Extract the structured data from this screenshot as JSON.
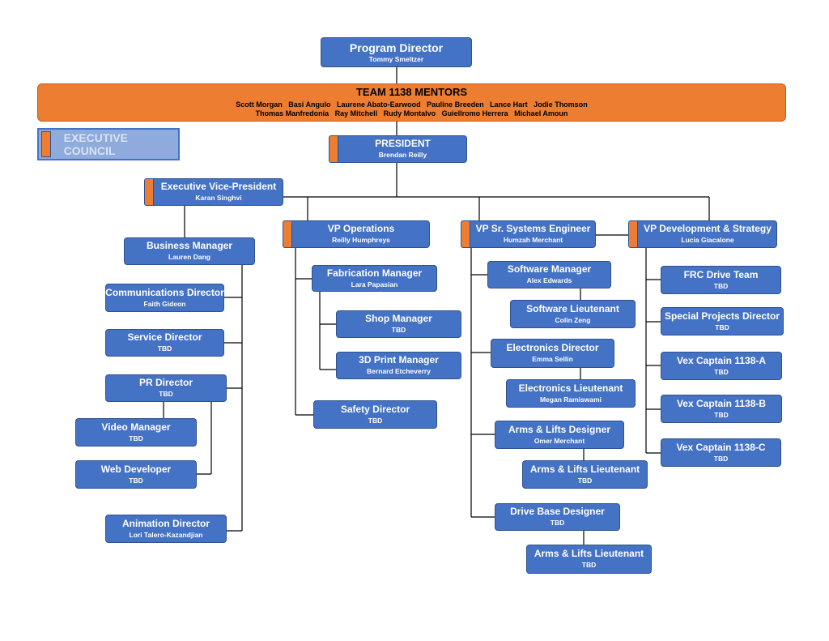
{
  "program_director": {
    "title": "Program Director",
    "name": "Tommy Smeltzer"
  },
  "mentors": {
    "title": "TEAM 1138 MENTORS",
    "line1": "Scott Morgan   Basi Angulo   Laurene Abato-Earwood   Pauline Breeden   Lance Hart   Jodie Thomson",
    "line2": "Thomas Manfredonia   Ray Mitchell   Rudy Montalvo   Guiellromo Herrera   Michael Amoun"
  },
  "legend": {
    "label": "EXECUTIVE COUNCIL"
  },
  "president": {
    "title": "PRESIDENT",
    "name": "Brendan Reilly"
  },
  "evp": {
    "title": "Executive Vice-President",
    "name": "Karan Singhvi"
  },
  "business": {
    "manager": {
      "title": "Business Manager",
      "name": "Lauren Dang"
    },
    "communications": {
      "title": "Communications Director",
      "name": "Faith Gideon"
    },
    "service": {
      "title": "Service Director",
      "name": "TBD"
    },
    "pr": {
      "title": "PR Director",
      "name": "TBD"
    },
    "video": {
      "title": "Video Manager",
      "name": "TBD"
    },
    "web": {
      "title": "Web Developer",
      "name": "TBD"
    },
    "animation": {
      "title": "Animation Director",
      "name": "Lori Talero-Kazandjian"
    }
  },
  "operations": {
    "vp": {
      "title": "VP Operations",
      "name": "Reilly Humphreys"
    },
    "fabrication": {
      "title": "Fabrication Manager",
      "name": "Lara Papasian"
    },
    "shop": {
      "title": "Shop Manager",
      "name": "TBD"
    },
    "print3d": {
      "title": "3D Print Manager",
      "name": "Bernard Etcheverry"
    },
    "safety": {
      "title": "Safety Director",
      "name": "TBD"
    }
  },
  "systems": {
    "vp": {
      "title": "VP Sr. Systems Engineer",
      "name": "Humzah Merchant"
    },
    "software": {
      "title": "Software Manager",
      "name": "Alex Edwards"
    },
    "software_lt": {
      "title": "Software Lieutenant",
      "name": "Colin Zeng"
    },
    "electronics": {
      "title": "Electronics Director",
      "name": "Emma Sellin"
    },
    "electronics_lt": {
      "title": "Electronics Lieutenant",
      "name": "Megan Ramiswami"
    },
    "arms": {
      "title": "Arms & Lifts Designer",
      "name": "Omer Merchant"
    },
    "arms_lt": {
      "title": "Arms & Lifts Lieutenant",
      "name": "TBD"
    },
    "drive": {
      "title": "Drive Base Designer",
      "name": "TBD"
    },
    "drive_lt": {
      "title": "Arms & Lifts Lieutenant",
      "name": "TBD"
    }
  },
  "development": {
    "vp": {
      "title": "VP Development & Strategy",
      "name": "Lucia Giacalone"
    },
    "frc": {
      "title": "FRC Drive Team",
      "name": "TBD"
    },
    "special": {
      "title": "Special Projects Director",
      "name": "TBD"
    },
    "vex_a": {
      "title": "Vex Captain 1138-A",
      "name": "TBD"
    },
    "vex_b": {
      "title": "Vex Captain 1138-B",
      "name": "TBD"
    },
    "vex_c": {
      "title": "Vex Captain 1138-C",
      "name": "TBD"
    }
  }
}
